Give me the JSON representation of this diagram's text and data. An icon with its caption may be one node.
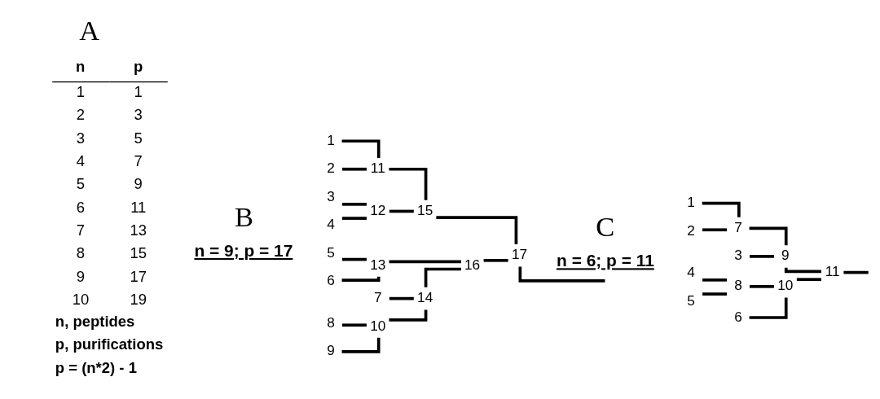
{
  "diagram": {
    "nodes": [
      {
        "text": [
          "1"
        ]
      },
      {
        "text": [
          "2"
        ]
      },
      {
        "text": [
          "3"
        ]
      },
      {
        "text": [
          "4"
        ]
      },
      {
        "text": [
          "5"
        ]
      },
      {
        "text": [
          "6"
        ]
      },
      {
        "text": [
          "7"
        ]
      },
      {
        "text": [
          "8"
        ]
      },
      {
        "text": [
          "9"
        ]
      },
      {
        "text": [
          "10"
        ]
      },
      {
        "text": [
          "11"
        ]
      },
      {
        "text": [
          "12"
        ]
      },
      {
        "text": [
          "13"
        ]
      },
      {
        "text": [
          "14"
        ]
      },
      {
        "text": [
          "15"
        ]
      },
      {
        "text": [
          "16"
        ]
      },
      {
        "text": [
          "17"
        ]
      },
      {
        "text": [
          "1"
        ]
      },
      {
        "text": [
          "2"
        ]
      },
      {
        "text": [
          "3"
        ]
      },
      {
        "text": [
          "4"
        ]
      },
      {
        "text": [
          "5"
        ]
      },
      {
        "text": [
          "6"
        ]
      },
      {
        "text": [
          "7"
        ]
      },
      {
        "text": [
          "8"
        ]
      },
      {
        "text": [
          "9"
        ]
      },
      {
        "text": [
          "10"
        ]
      },
      {
        "text": [
          "11"
        ]
      }
    ],
    "edges": [
      {
        "from": 0,
        "to": 10,
        "arrow": "none"
      },
      {
        "from": 1,
        "to": 10,
        "arrow": "none"
      },
      {
        "from": 2,
        "to": 11,
        "arrow": "none"
      },
      {
        "from": 3,
        "to": 11,
        "arrow": "none"
      },
      {
        "from": 10,
        "to": 14,
        "arrow": "none"
      },
      {
        "from": 11,
        "to": 14,
        "arrow": "none"
      },
      {
        "from": 4,
        "to": 12,
        "arrow": "none"
      },
      {
        "from": 5,
        "to": 12,
        "arrow": "none"
      },
      {
        "from": 7,
        "to": 9,
        "arrow": "none"
      },
      {
        "from": 8,
        "to": 9,
        "arrow": "none"
      },
      {
        "from": 6,
        "to": 13,
        "arrow": "none"
      },
      {
        "from": 9,
        "to": 13,
        "arrow": "none"
      },
      {
        "from": 12,
        "to": 15,
        "arrow": "none"
      },
      {
        "from": 13,
        "to": 15,
        "arrow": "none"
      },
      {
        "from": 14,
        "to": 16,
        "arrow": "none"
      },
      {
        "from": 15,
        "to": 16,
        "arrow": "none"
      },
      {
        "from": 16,
        "to": null,
        "arrow": "none"
      },
      {
        "from": 17,
        "to": 23,
        "arrow": "none"
      },
      {
        "from": 18,
        "to": 23,
        "arrow": "none"
      },
      {
        "from": 23,
        "to": 25,
        "arrow": "none"
      },
      {
        "from": 19,
        "to": 25,
        "arrow": "none"
      },
      {
        "from": 20,
        "to": 24,
        "arrow": "none"
      },
      {
        "from": 21,
        "to": 24,
        "arrow": "none"
      },
      {
        "from": 24,
        "to": 26,
        "arrow": "none"
      },
      {
        "from": 22,
        "to": 26,
        "arrow": "none"
      },
      {
        "from": 25,
        "to": 27,
        "arrow": "none"
      },
      {
        "from": 26,
        "to": 27,
        "arrow": "none"
      },
      {
        "from": 27,
        "to": null,
        "arrow": "none"
      }
    ],
    "labels": [
      "A",
      "n",
      "p",
      "1",
      "1",
      "2",
      "3",
      "3",
      "5",
      "4",
      "7",
      "5",
      "9",
      "6",
      "11",
      "7",
      "13",
      "8",
      "15",
      "9",
      "17",
      "10",
      "19",
      "n, peptides",
      "p, purifications",
      "p = (n*2) - 1",
      "B",
      "n = 9; p = 17",
      "C",
      "n = 6; p = 11"
    ]
  }
}
